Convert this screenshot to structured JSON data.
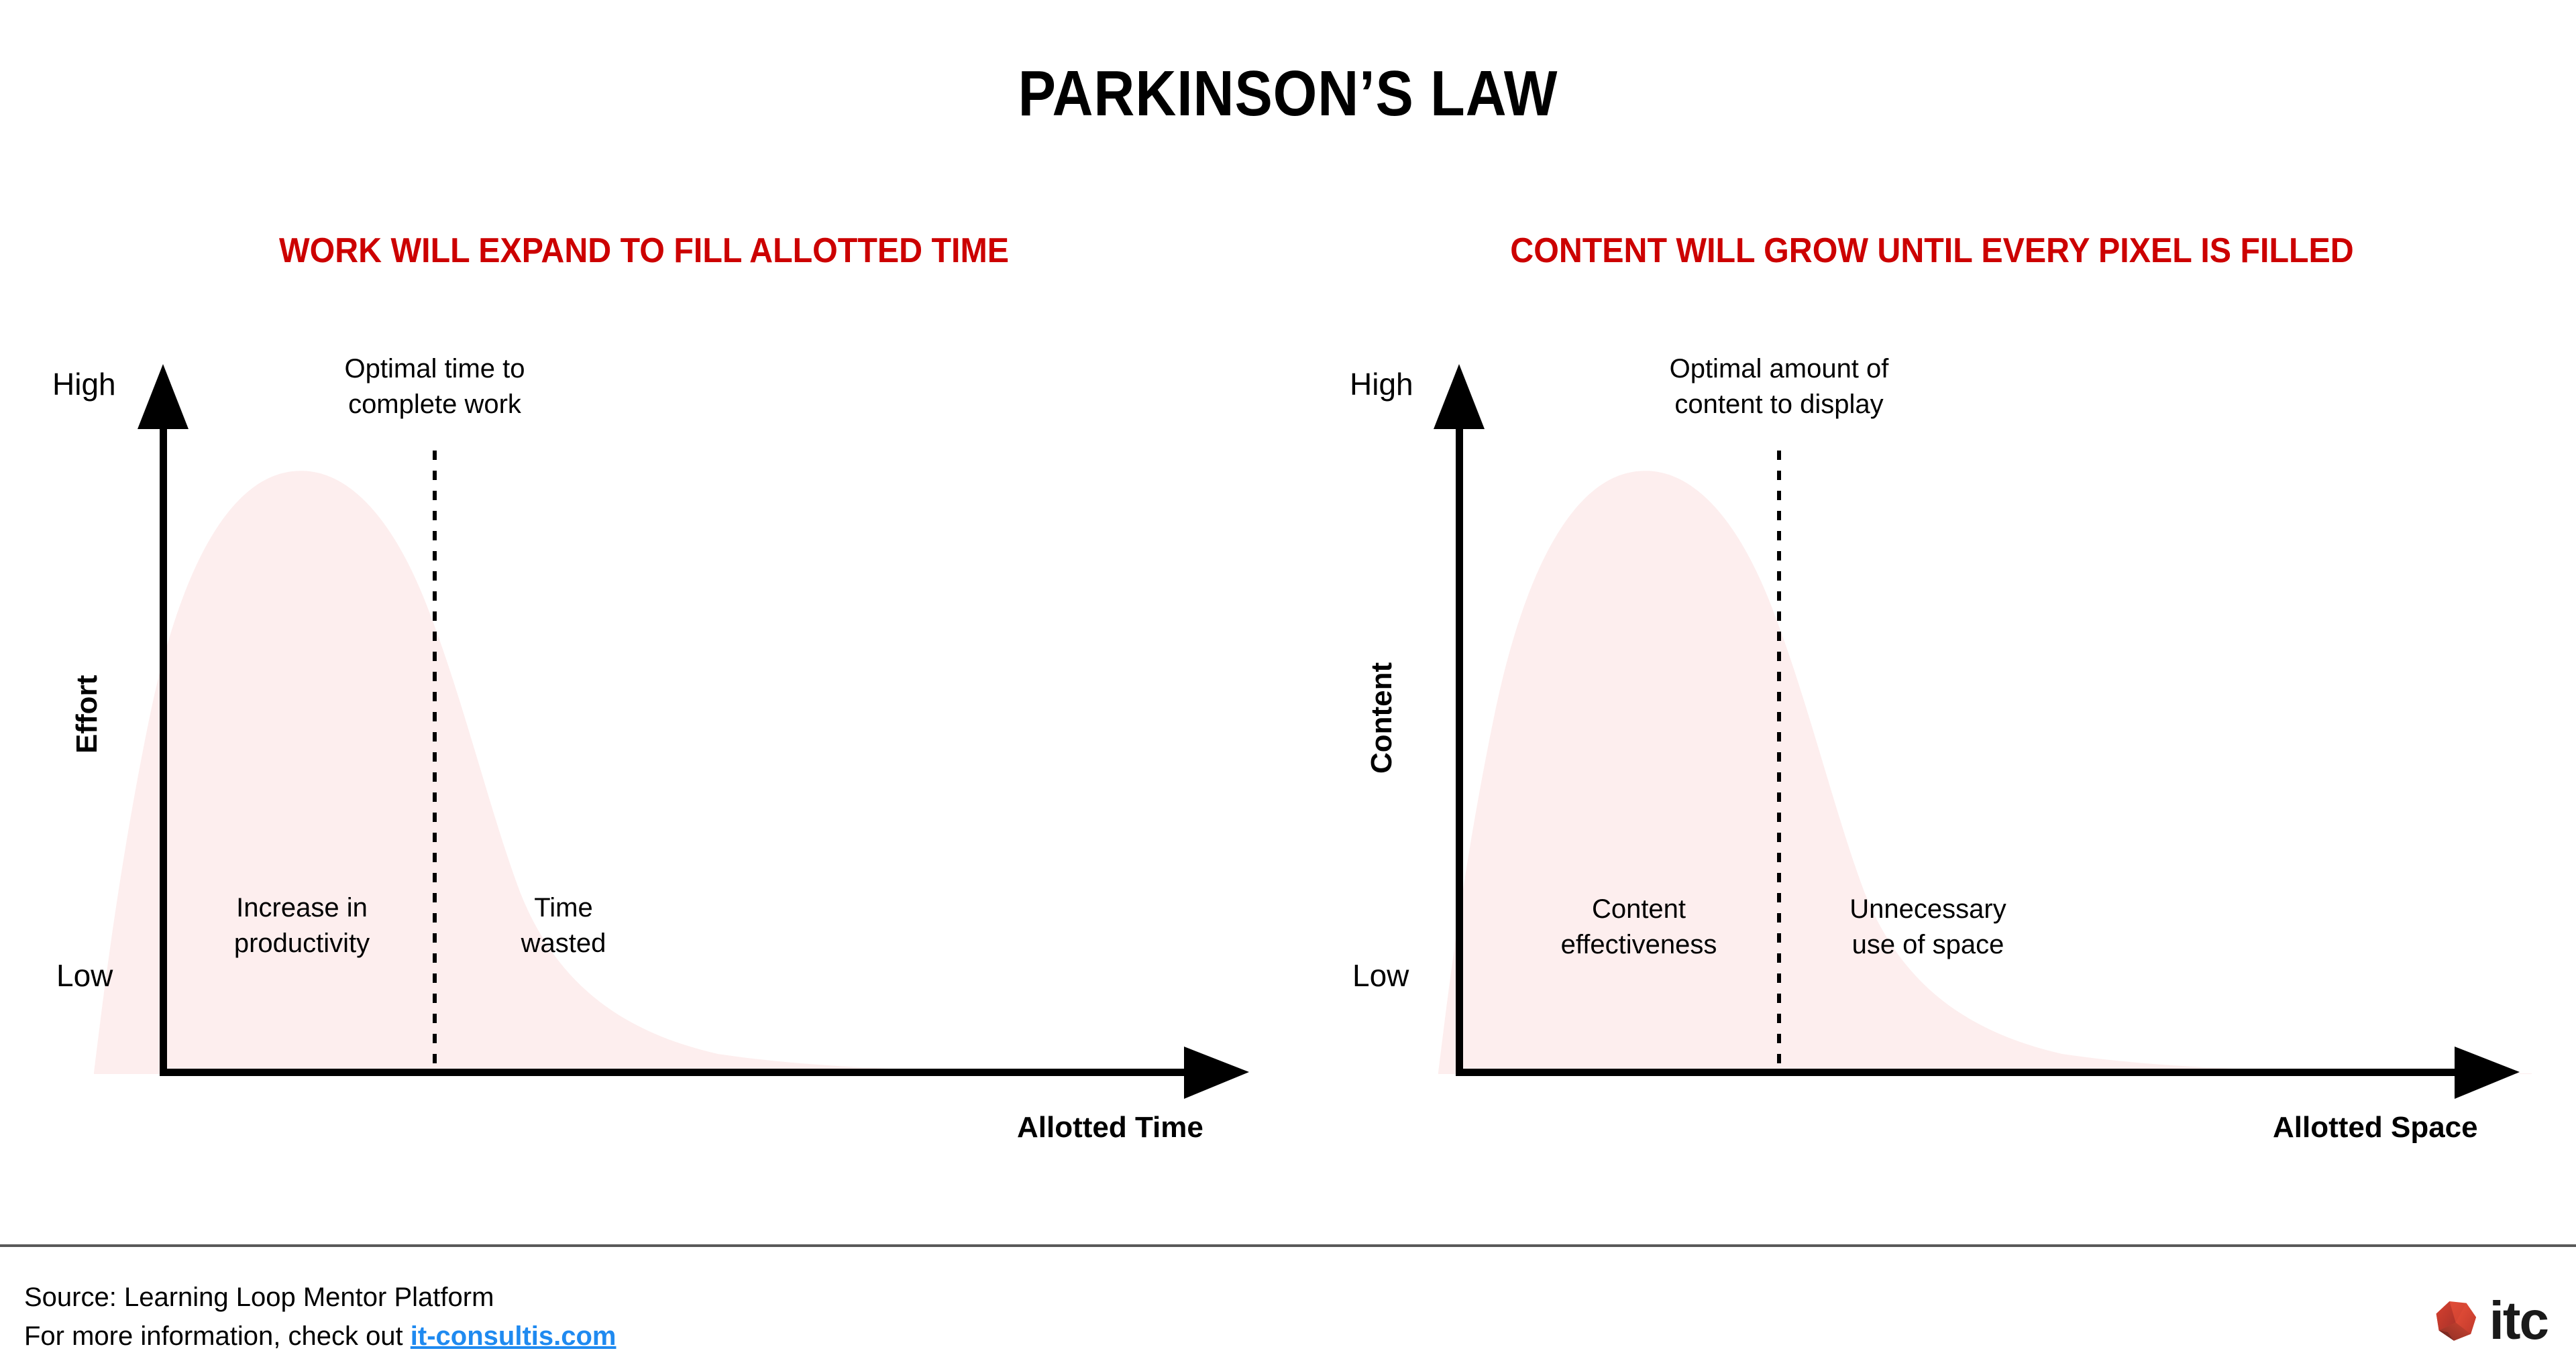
{
  "title": "PARKINSON’S LAW",
  "accent_color": "#cc0000",
  "curve_fill_color": "#fdeeee",
  "link_color": "#1f8af0",
  "panels": [
    {
      "subtitle": "WORK WILL EXPAND TO FILL ALLOTTED TIME",
      "y_high": "High",
      "y_low": "Low",
      "y_axis_title": "Effort",
      "x_axis_title": "Allotted Time",
      "optimal_note": "Optimal time to\ncomplete work",
      "zone_left": "Increase in\nproductivity",
      "zone_right": "Time\nwasted"
    },
    {
      "subtitle": "CONTENT WILL GROW UNTIL EVERY PIXEL IS FILLED",
      "y_high": "High",
      "y_low": "Low",
      "y_axis_title": "Content",
      "x_axis_title": "Allotted Space",
      "optimal_note": "Optimal amount of\ncontent to display",
      "zone_left": "Content\neffectiveness",
      "zone_right": "Unnecessary\nuse of space"
    }
  ],
  "chart_data": [
    {
      "type": "area",
      "title": "WORK WILL EXPAND TO FILL ALLOTTED TIME",
      "xlabel": "Allotted Time",
      "ylabel": "Effort",
      "xlim": [
        0,
        100
      ],
      "ylim": [
        0,
        100
      ],
      "ytick_labels": [
        "Low",
        "High"
      ],
      "ytick_values": [
        0,
        100
      ],
      "grid": false,
      "legend": "none",
      "annotations": [
        {
          "text": "Optimal time to complete work",
          "x": 20,
          "y": 100,
          "type": "vertical-dotted-marker"
        },
        {
          "text": "Increase in productivity",
          "x": 11,
          "y": 16,
          "type": "zone-label"
        },
        {
          "text": "Time wasted",
          "x": 27,
          "y": 16,
          "type": "zone-label"
        }
      ],
      "x": [
        0,
        3,
        6,
        9,
        12,
        15,
        18,
        20,
        22,
        25,
        28,
        31,
        35,
        40,
        45,
        50,
        55,
        60,
        65,
        70,
        75,
        80,
        85,
        90,
        95,
        100
      ],
      "values": [
        0,
        12,
        34,
        58,
        76,
        87,
        92,
        93,
        92,
        87,
        77,
        64,
        49,
        36,
        27,
        21,
        17,
        14,
        11,
        9,
        7,
        5,
        4,
        3,
        2,
        1
      ]
    },
    {
      "type": "area",
      "title": "CONTENT WILL GROW UNTIL EVERY PIXEL IS FILLED",
      "xlabel": "Allotted Space",
      "ylabel": "Content",
      "xlim": [
        0,
        100
      ],
      "ylim": [
        0,
        100
      ],
      "ytick_labels": [
        "Low",
        "High"
      ],
      "ytick_values": [
        0,
        100
      ],
      "grid": false,
      "legend": "none",
      "annotations": [
        {
          "text": "Optimal amount of content to display",
          "x": 20,
          "y": 100,
          "type": "vertical-dotted-marker"
        },
        {
          "text": "Content effectiveness",
          "x": 11,
          "y": 16,
          "type": "zone-label"
        },
        {
          "text": "Unnecessary use of space",
          "x": 27,
          "y": 16,
          "type": "zone-label"
        }
      ],
      "x": [
        0,
        3,
        6,
        9,
        12,
        15,
        18,
        20,
        22,
        25,
        28,
        31,
        35,
        40,
        45,
        50,
        55,
        60,
        65,
        70,
        75,
        80,
        85,
        90,
        95,
        100
      ],
      "values": [
        0,
        12,
        34,
        58,
        76,
        87,
        92,
        93,
        92,
        87,
        77,
        64,
        49,
        36,
        27,
        21,
        17,
        14,
        11,
        9,
        7,
        5,
        4,
        3,
        2,
        1
      ]
    }
  ],
  "footer": {
    "source_line": "Source: Learning Loop Mentor Platform",
    "info_prefix": "For more information, check out ",
    "link_text": "it-consultis.com",
    "logo_word": "itc"
  }
}
